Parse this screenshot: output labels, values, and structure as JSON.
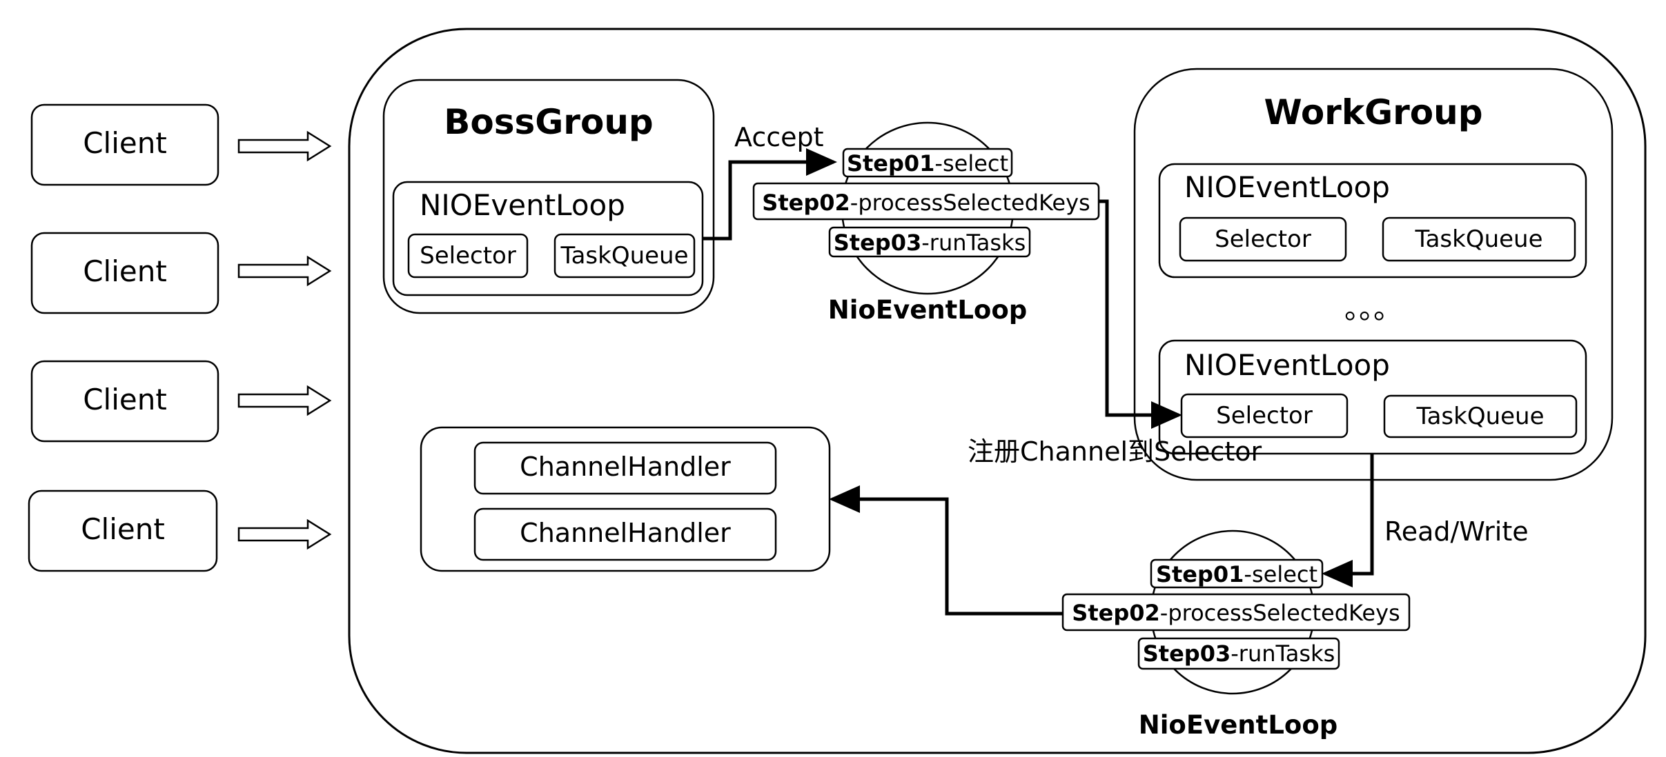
{
  "clients": [
    "Client",
    "Client",
    "Client",
    "Client"
  ],
  "boss_group": {
    "title": "BossGroup",
    "event_loop": {
      "label": "NIOEventLoop",
      "selector": "Selector",
      "task_queue": "TaskQueue"
    }
  },
  "work_group": {
    "title": "WorkGroup",
    "event_loops": [
      {
        "label": "NIOEventLoop",
        "selector": "Selector",
        "task_queue": "TaskQueue"
      },
      {
        "label": "NIOEventLoop",
        "selector": "Selector",
        "task_queue": "TaskQueue"
      }
    ],
    "ellipsis": "。。。"
  },
  "boss_nio_loop": {
    "caption": "NioEventLoop",
    "steps": [
      {
        "id": "Step01",
        "text": "-select"
      },
      {
        "id": "Step02",
        "text": "-processSelectedKeys"
      },
      {
        "id": "Step03",
        "text": "-runTasks"
      }
    ]
  },
  "worker_nio_loop": {
    "caption": "NioEventLoop",
    "steps": [
      {
        "id": "Step01",
        "text": "-select"
      },
      {
        "id": "Step02",
        "text": "-processSelectedKeys"
      },
      {
        "id": "Step03",
        "text": "-runTasks"
      }
    ]
  },
  "handlers": [
    "ChannelHandler",
    "ChannelHandler"
  ],
  "labels": {
    "accept": "Accept",
    "register": "注册Channel到Selector",
    "read_write": "Read/Write"
  }
}
